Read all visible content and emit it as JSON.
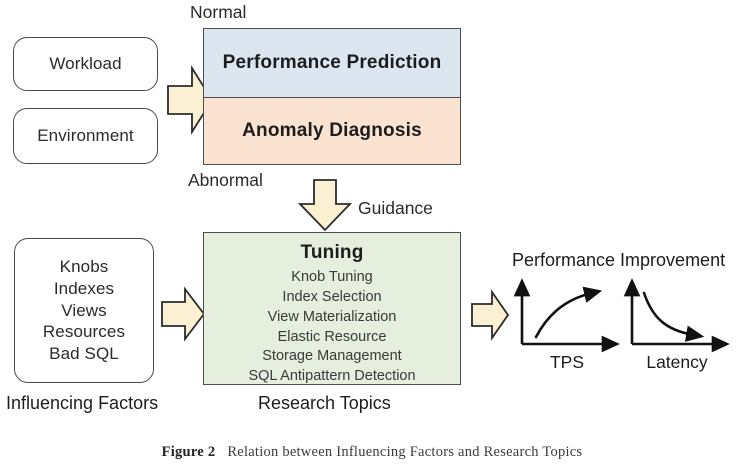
{
  "figure": {
    "caption_label": "Figure 2",
    "caption_text": "Relation between Influencing Factors and Research Topics"
  },
  "inputs": {
    "workload": {
      "label": "Workload"
    },
    "environment": {
      "label": "Environment"
    },
    "factors": {
      "label": "Knobs\nIndexes\nViews\nResources\nBad SQL"
    }
  },
  "labels": {
    "normal": "Normal",
    "abnormal": "Abnormal",
    "guidance": "Guidance",
    "influencing_factors": "Influencing Factors",
    "research_topics": "Research Topics",
    "performance_improvement": "Performance Improvement"
  },
  "panels": {
    "prediction": {
      "title": "Performance Prediction"
    },
    "anomaly": {
      "title": "Anomaly Diagnosis"
    },
    "tuning": {
      "title": "Tuning",
      "topics": [
        "Knob Tuning",
        "Index Selection",
        "View Materialization",
        "Elastic Resource",
        "Storage Management",
        "SQL Antipattern Detection"
      ]
    }
  },
  "charts": {
    "tps": {
      "label": "TPS",
      "trend": "increasing-concave"
    },
    "latency": {
      "label": "Latency",
      "trend": "decreasing-convex"
    }
  },
  "colors": {
    "prediction_fill": "#dce6f1",
    "anomaly_fill": "#fbe3d2",
    "tuning_fill": "#e6eedd",
    "arrow_fill": "#fbf0d2",
    "arrow_stroke": "#2b2b2b",
    "box_stroke": "#4e4e52",
    "text": "#231f20"
  }
}
